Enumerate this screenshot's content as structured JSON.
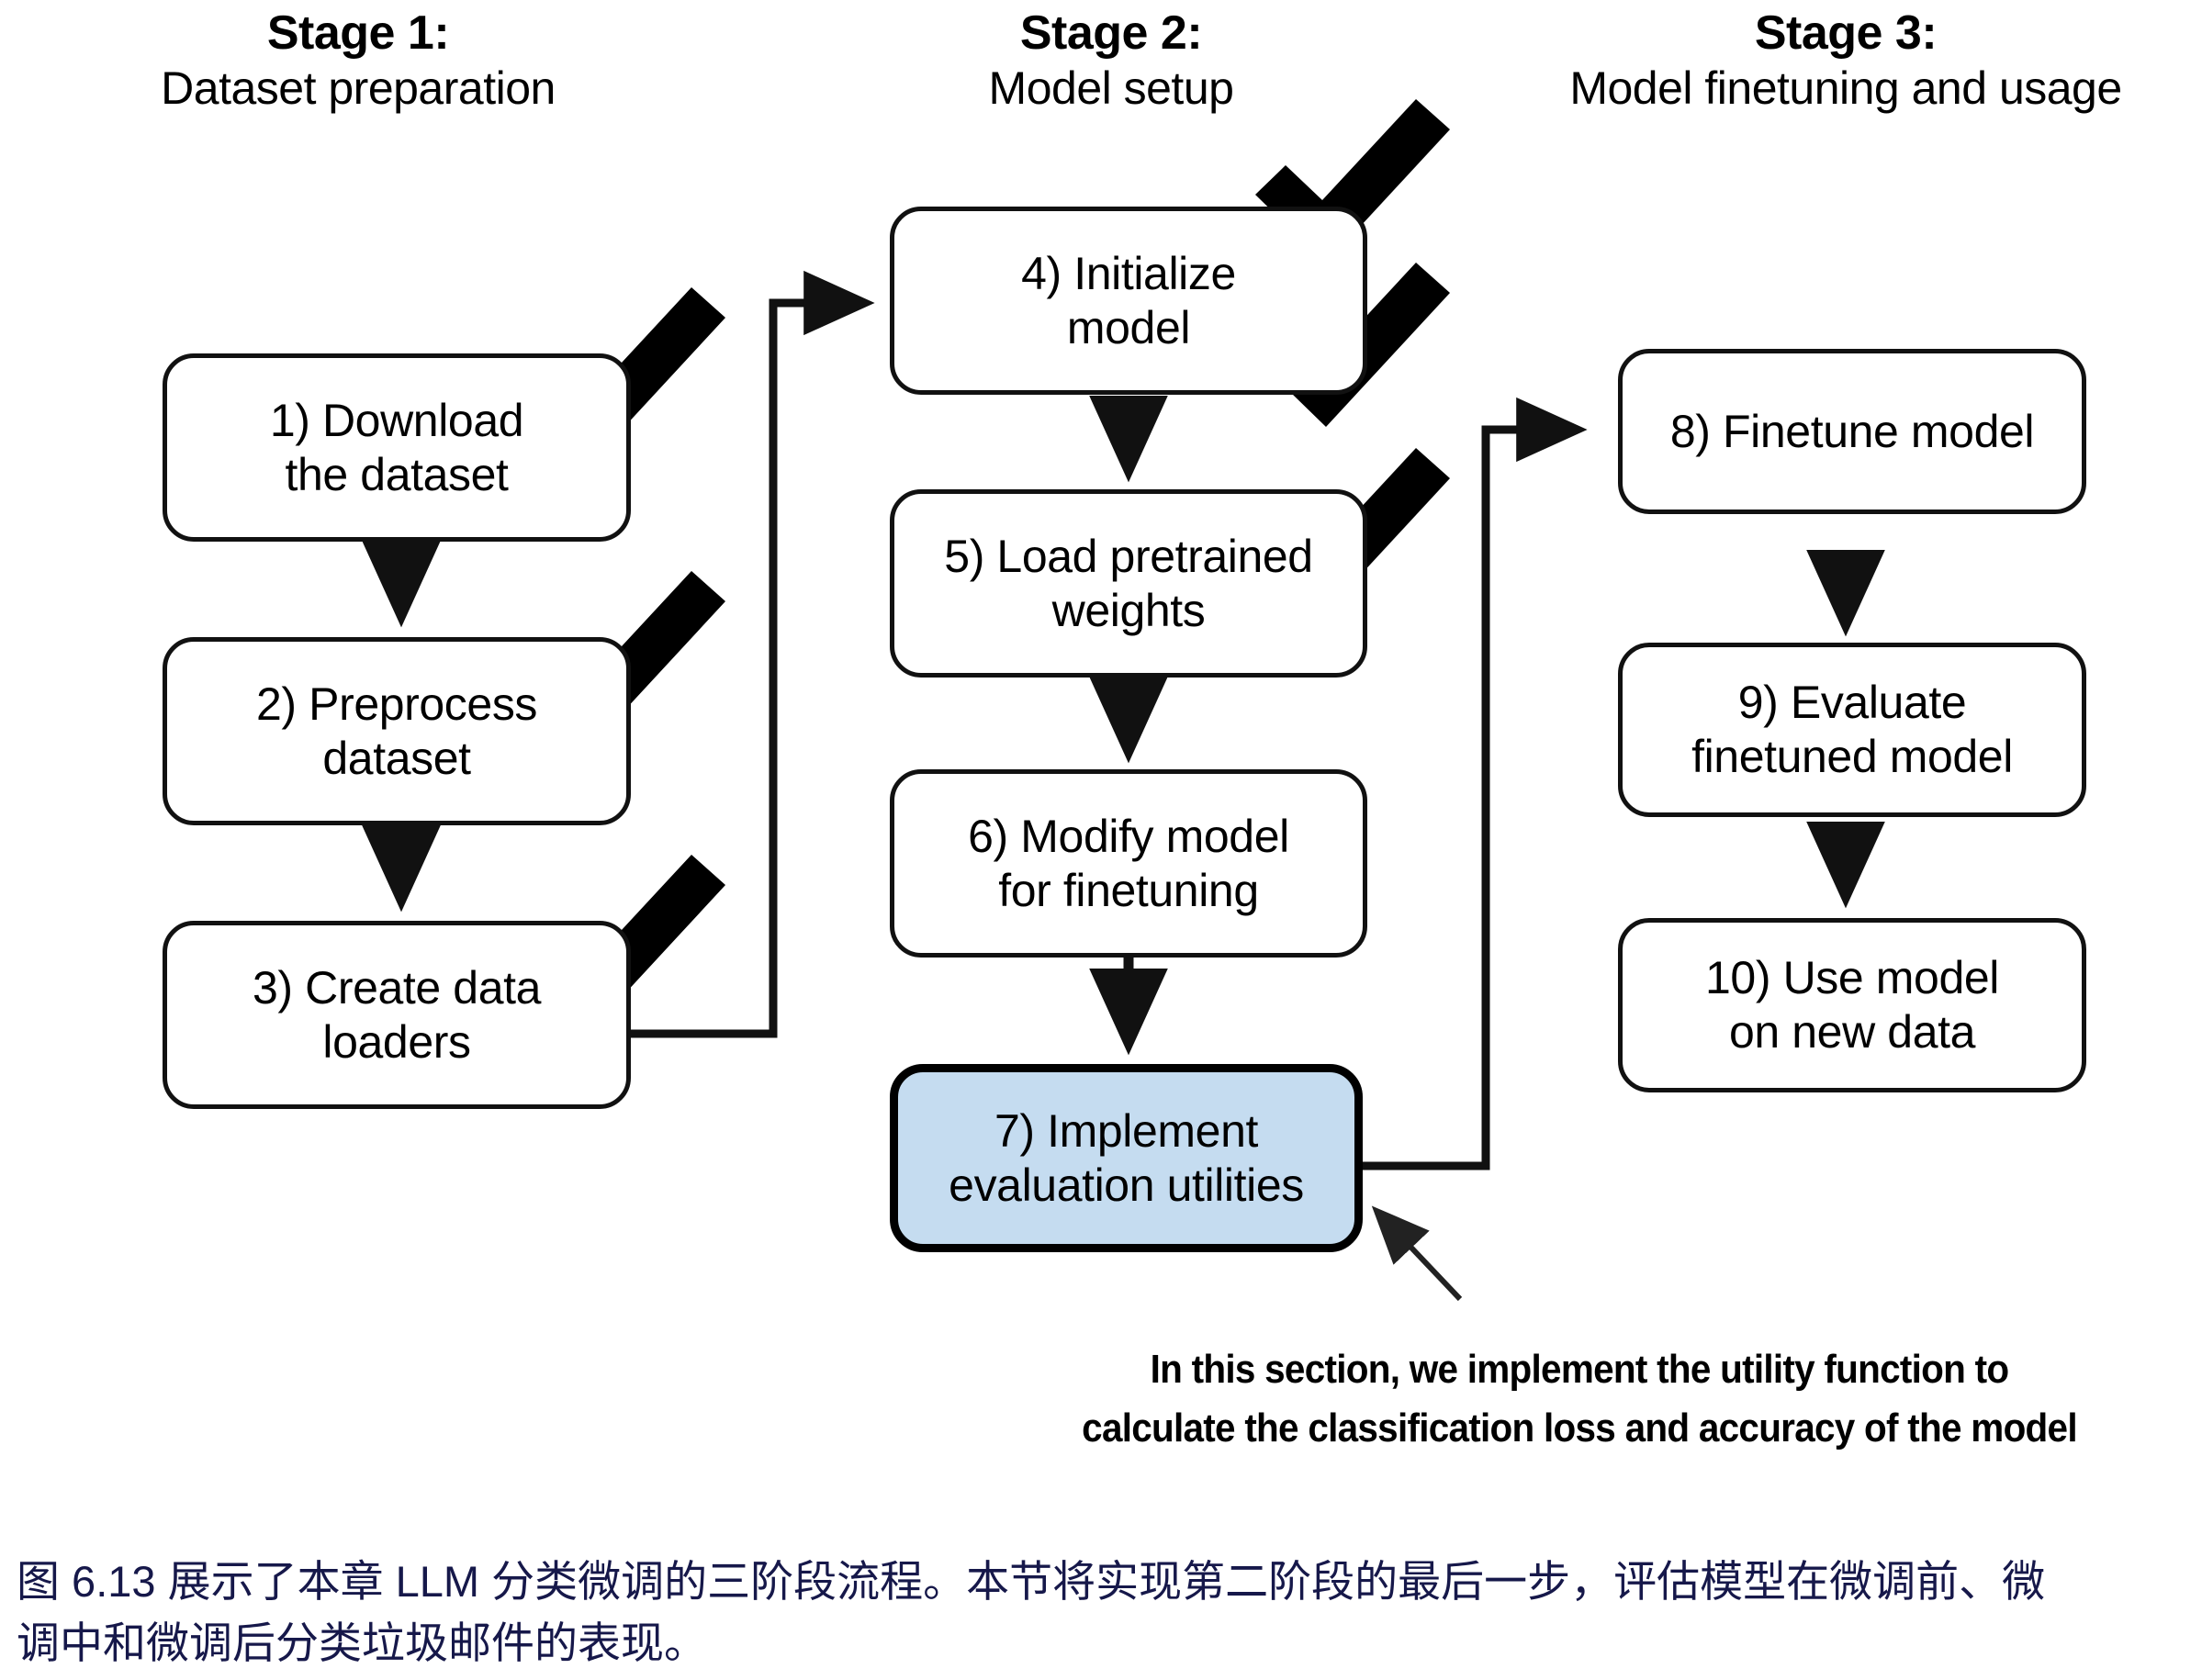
{
  "figure": {
    "stages": [
      {
        "title": "Stage 1:",
        "subtitle": "Dataset preparation"
      },
      {
        "title": "Stage 2:",
        "subtitle": "Model setup"
      },
      {
        "title": "Stage 3:",
        "subtitle": "Model finetuning and usage"
      }
    ],
    "nodes": [
      {
        "id": 1,
        "line1": "1) Download",
        "line2": "the dataset",
        "stage": 1,
        "checked": true,
        "highlighted": false
      },
      {
        "id": 2,
        "line1": "2) Preprocess",
        "line2": "dataset",
        "stage": 1,
        "checked": true,
        "highlighted": false
      },
      {
        "id": 3,
        "line1": "3) Create data",
        "line2": "loaders",
        "stage": 1,
        "checked": true,
        "highlighted": false
      },
      {
        "id": 4,
        "line1": "4) Initialize",
        "line2": "model",
        "stage": 2,
        "checked": true,
        "highlighted": false
      },
      {
        "id": 5,
        "line1": "5) Load pretrained",
        "line2": "weights",
        "stage": 2,
        "checked": true,
        "highlighted": false
      },
      {
        "id": 6,
        "line1": "6) Modify model",
        "line2": "for finetuning",
        "stage": 2,
        "checked": true,
        "highlighted": false
      },
      {
        "id": 7,
        "line1": "7) Implement",
        "line2": "evaluation utilities",
        "stage": 2,
        "checked": false,
        "highlighted": true
      },
      {
        "id": 8,
        "line1": "8) Finetune model",
        "line2": "",
        "stage": 3,
        "checked": false,
        "highlighted": false
      },
      {
        "id": 9,
        "line1": "9) Evaluate",
        "line2": "finetuned model",
        "stage": 3,
        "checked": false,
        "highlighted": false
      },
      {
        "id": 10,
        "line1": "10) Use model",
        "line2": "on new data",
        "stage": 3,
        "checked": false,
        "highlighted": false
      }
    ],
    "annotation": {
      "line1": "In this section, we implement the utility function to",
      "line2": "calculate the classification loss and accuracy of the model"
    },
    "caption": {
      "line1": "图 6.13 展示了本章 LLM 分类微调的三阶段流程。本节将实现第二阶段的最后一步，评估模型在微调前、微",
      "line2": "调中和微调后分类垃圾邮件的表现。"
    },
    "colors": {
      "highlight_fill": "#c5dcf0",
      "stroke": "#111111",
      "caption_text": "#16184a",
      "background": "#ffffff"
    }
  }
}
